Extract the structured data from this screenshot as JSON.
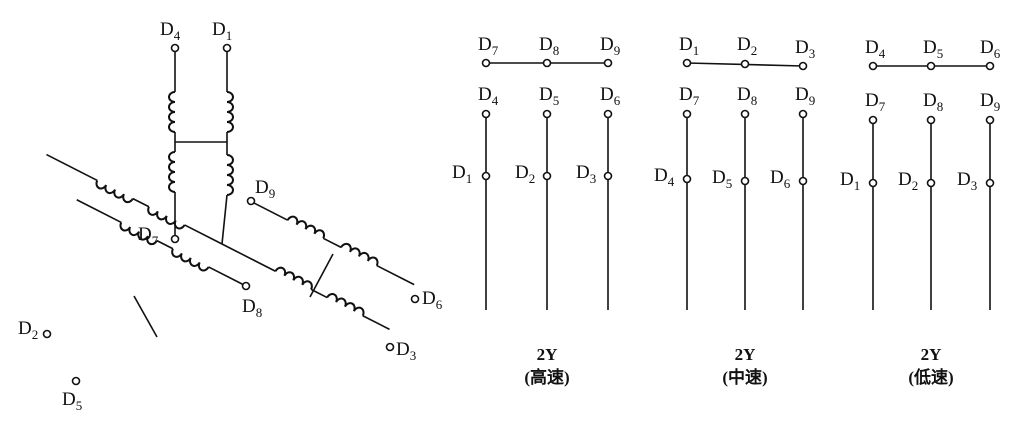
{
  "star_winding": {
    "labels": {
      "d4": {
        "main": "D",
        "sub": "4"
      },
      "d1": {
        "main": "D",
        "sub": "1"
      },
      "d7": {
        "main": "D",
        "sub": "7"
      },
      "d9": {
        "main": "D",
        "sub": "9"
      },
      "d6": {
        "main": "D",
        "sub": "6"
      },
      "d3": {
        "main": "D",
        "sub": "3"
      },
      "d8": {
        "main": "D",
        "sub": "8"
      },
      "d2": {
        "main": "D",
        "sub": "2"
      },
      "d5": {
        "main": "D",
        "sub": "5"
      }
    }
  },
  "connections": [
    {
      "caption_line1": "2Y",
      "caption_line2": "(高速)",
      "top_row": [
        {
          "main": "D",
          "sub": "7"
        },
        {
          "main": "D",
          "sub": "8"
        },
        {
          "main": "D",
          "sub": "9"
        }
      ],
      "mid_row": [
        {
          "main": "D",
          "sub": "4"
        },
        {
          "main": "D",
          "sub": "5"
        },
        {
          "main": "D",
          "sub": "6"
        }
      ],
      "low_row": [
        {
          "main": "D",
          "sub": "1"
        },
        {
          "main": "D",
          "sub": "2"
        },
        {
          "main": "D",
          "sub": "3"
        }
      ]
    },
    {
      "caption_line1": "2Y",
      "caption_line2": "(中速)",
      "top_row": [
        {
          "main": "D",
          "sub": "1"
        },
        {
          "main": "D",
          "sub": "2"
        },
        {
          "main": "D",
          "sub": "3"
        }
      ],
      "mid_row": [
        {
          "main": "D",
          "sub": "7"
        },
        {
          "main": "D",
          "sub": "8"
        },
        {
          "main": "D",
          "sub": "9"
        }
      ],
      "low_row": [
        {
          "main": "D",
          "sub": "4"
        },
        {
          "main": "D",
          "sub": "5"
        },
        {
          "main": "D",
          "sub": "6"
        }
      ]
    },
    {
      "caption_line1": "2Y",
      "caption_line2": "(低速)",
      "top_row": [
        {
          "main": "D",
          "sub": "4"
        },
        {
          "main": "D",
          "sub": "5"
        },
        {
          "main": "D",
          "sub": "6"
        }
      ],
      "mid_row": [
        {
          "main": "D",
          "sub": "7"
        },
        {
          "main": "D",
          "sub": "8"
        },
        {
          "main": "D",
          "sub": "9"
        }
      ],
      "low_row": [
        {
          "main": "D",
          "sub": "1"
        },
        {
          "main": "D",
          "sub": "2"
        },
        {
          "main": "D",
          "sub": "3"
        }
      ]
    }
  ]
}
